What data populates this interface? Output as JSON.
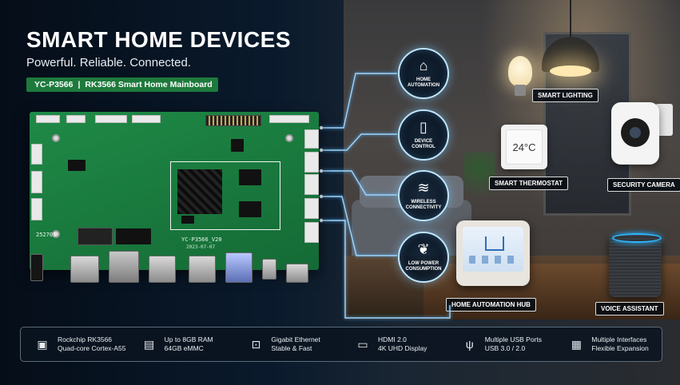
{
  "header": {
    "title": "SMART HOME DEVICES",
    "subtitle": "Powerful. Reliable. Connected.",
    "badge_model": "YC-P3566",
    "badge_separator": "|",
    "badge_desc": "RK3566 Smart Home Mainboard"
  },
  "board": {
    "model_label": "YC-P3566_V20",
    "chip_code": "252705",
    "date_label": "2023-07-07"
  },
  "features": [
    {
      "icon": "home-wifi-icon",
      "label": "HOME\nAUTOMATION"
    },
    {
      "icon": "phone-icon",
      "label": "DEVICE\nCONTROL"
    },
    {
      "icon": "wifi-icon",
      "label": "WIRELESS\nCONNECTIVITY"
    },
    {
      "icon": "leaf-icon",
      "label": "LOW POWER\nCONSUMPTION"
    }
  ],
  "devices": {
    "lighting": "SMART LIGHTING",
    "thermostat": "SMART THERMOSTAT",
    "thermostat_temp": "24°C",
    "camera": "SECURITY CAMERA",
    "hub": "HOME AUTOMATION HUB",
    "speaker": "VOICE ASSISTANT"
  },
  "specs": [
    {
      "icon": "cpu-icon",
      "line1": "Rockchip RK3566",
      "line2": "Quad-core Cortex-A55"
    },
    {
      "icon": "memory-icon",
      "line1": "Up to 8GB RAM",
      "line2": "64GB eMMC"
    },
    {
      "icon": "ethernet-icon",
      "line1": "Gigabit Ethernet",
      "line2": "Stable & Fast"
    },
    {
      "icon": "monitor-icon",
      "line1": "HDMI 2.0",
      "line2": "4K UHD Display"
    },
    {
      "icon": "usb-icon",
      "line1": "Multiple USB Ports",
      "line2": "USB 3.0 / 2.0"
    },
    {
      "icon": "interfaces-icon",
      "line1": "Multiple Interfaces",
      "line2": "Flexible Expansion"
    }
  ],
  "colors": {
    "accent_green": "#1e7a3c",
    "glow_blue": "#bfe6ff",
    "board_green": "#1f8a47"
  }
}
